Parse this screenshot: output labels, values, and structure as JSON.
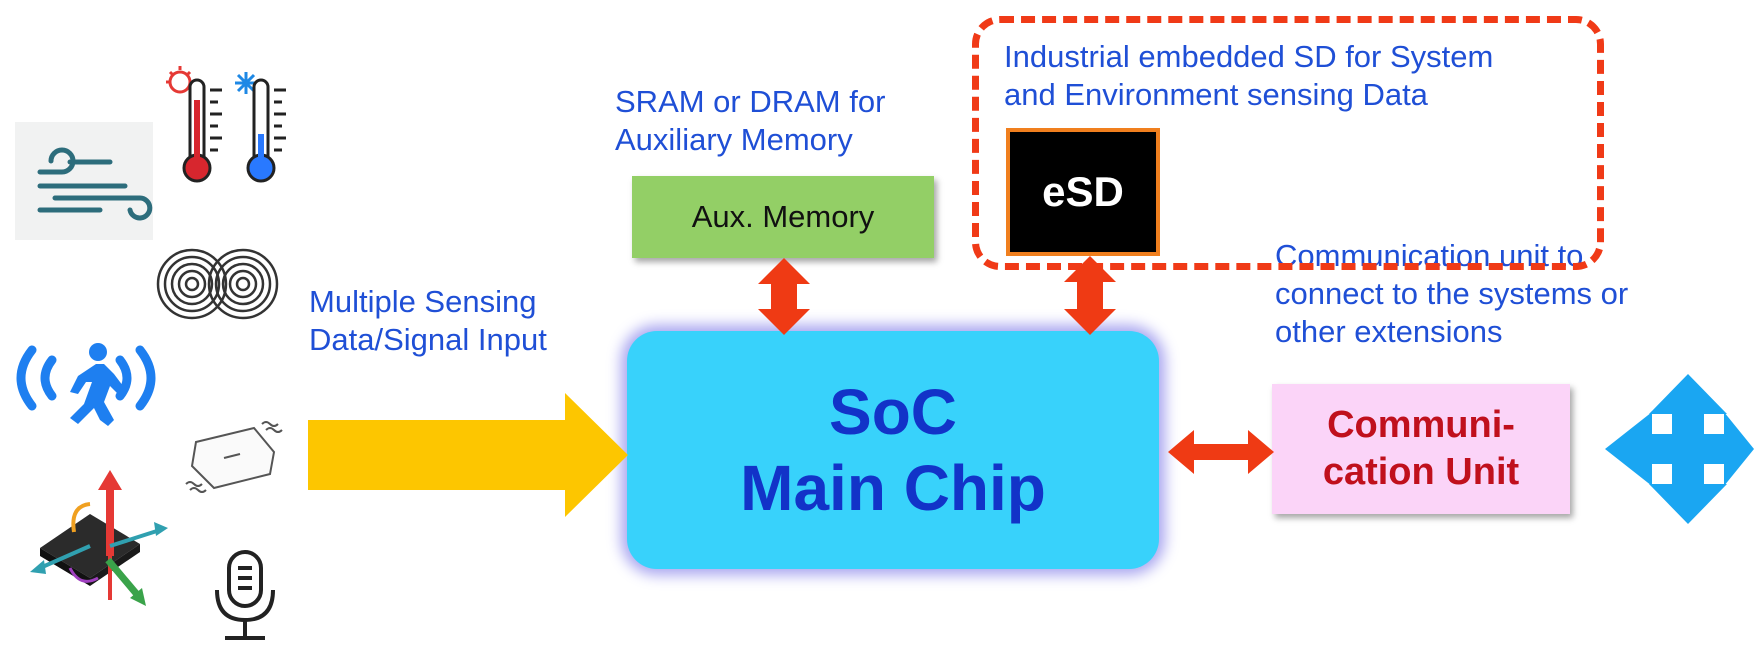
{
  "annotations": {
    "sram_label": [
      "SRAM or DRAM for",
      "Auxiliary Memory"
    ],
    "esd_label": [
      "Industrial embedded SD for System",
      "and Environment sensing Data"
    ],
    "comm_label": [
      "Communication unit to",
      "connect to the systems or",
      "other extensions"
    ],
    "sensing_label": [
      "Multiple Sensing",
      "Data/Signal Input"
    ]
  },
  "blocks": {
    "aux_memory": "Aux. Memory",
    "esd": "eSD",
    "soc": [
      "SoC",
      "Main Chip"
    ],
    "comm_unit": [
      "Communi-",
      "cation Unit"
    ]
  },
  "sensor_icons": [
    "wind-icon",
    "thermometer-hot-icon",
    "thermometer-cold-icon",
    "magnetic-field-icon",
    "motion-sensor-icon",
    "pressure-sensor-icon",
    "mems-gyro-icon",
    "microphone-icon"
  ],
  "colors": {
    "annotation_text": "#1f4fd6",
    "aux_memory": "#93cf66",
    "esd_border": "#f07f1e",
    "dash_outline": "#f03a17",
    "soc": "#38d2fb",
    "soc_text": "#1233c8",
    "comm_unit": "#fbd4f8",
    "comm_text": "#c0101d",
    "arrow_red": "#ef3a14",
    "input_arrow": "#fdc600",
    "expand_arrow": "#1aa6f2"
  }
}
